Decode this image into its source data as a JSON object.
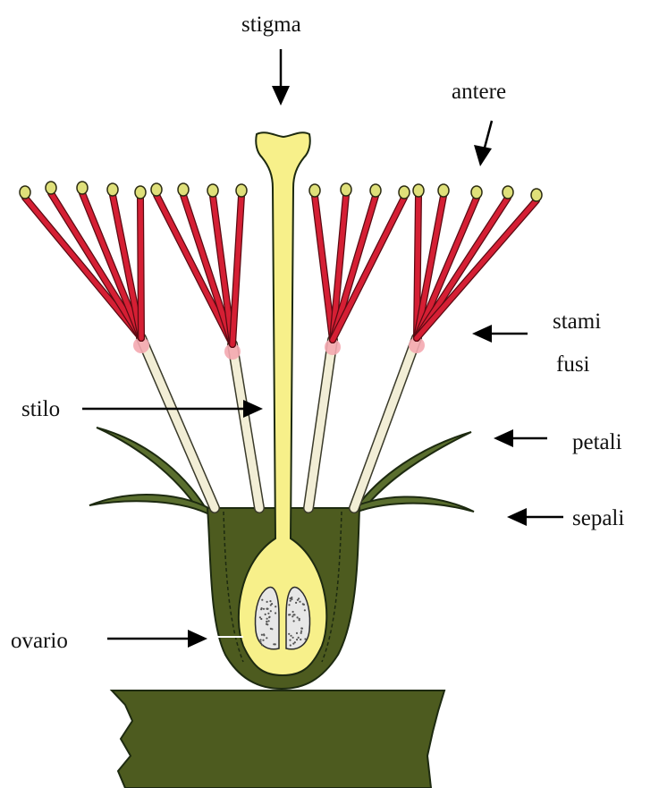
{
  "labels": {
    "stigma": "stigma",
    "antere": "antere",
    "stami_line1": "stami",
    "stami_line2": "fusi",
    "stilo": "stilo",
    "petali": "petali",
    "sepali": "sepali",
    "ovario": "ovario"
  },
  "colors": {
    "receptacle": "#4d5b1f",
    "sepal": "#5a6e2e",
    "pistil": "#f7f08a",
    "filament_upper": "#d51f34",
    "filament_lower": "#f2eed6",
    "anther": "#dfe07a",
    "ovule": "#e7e7e7"
  }
}
